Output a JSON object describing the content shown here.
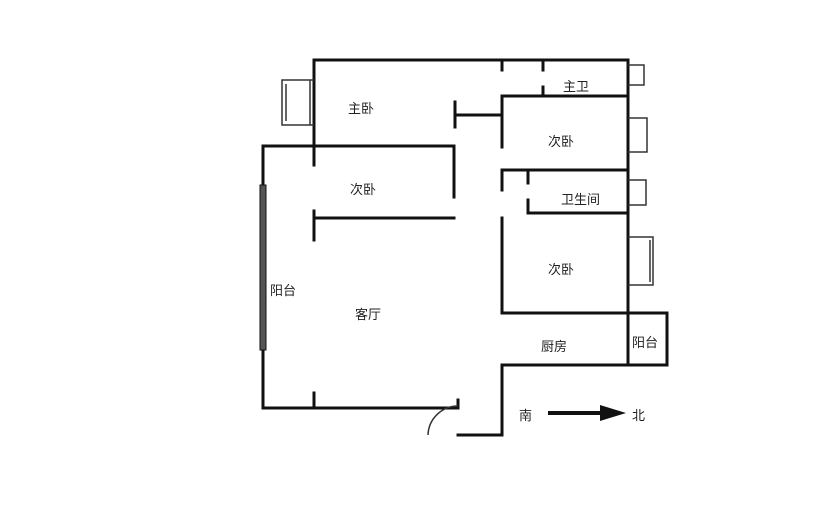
{
  "rooms": {
    "master_bedroom": "主卧",
    "master_bath": "主卫",
    "bedroom_1": "次卧",
    "bedroom_2": "次卧",
    "bedroom_3": "次卧",
    "bathroom": "卫生间",
    "living_room": "客厅",
    "kitchen": "厨房",
    "balcony_west": "阳台",
    "balcony_east": "阳台"
  },
  "compass": {
    "from": "南",
    "to": "北"
  },
  "colors": {
    "wall": "#111111",
    "background": "#ffffff"
  }
}
